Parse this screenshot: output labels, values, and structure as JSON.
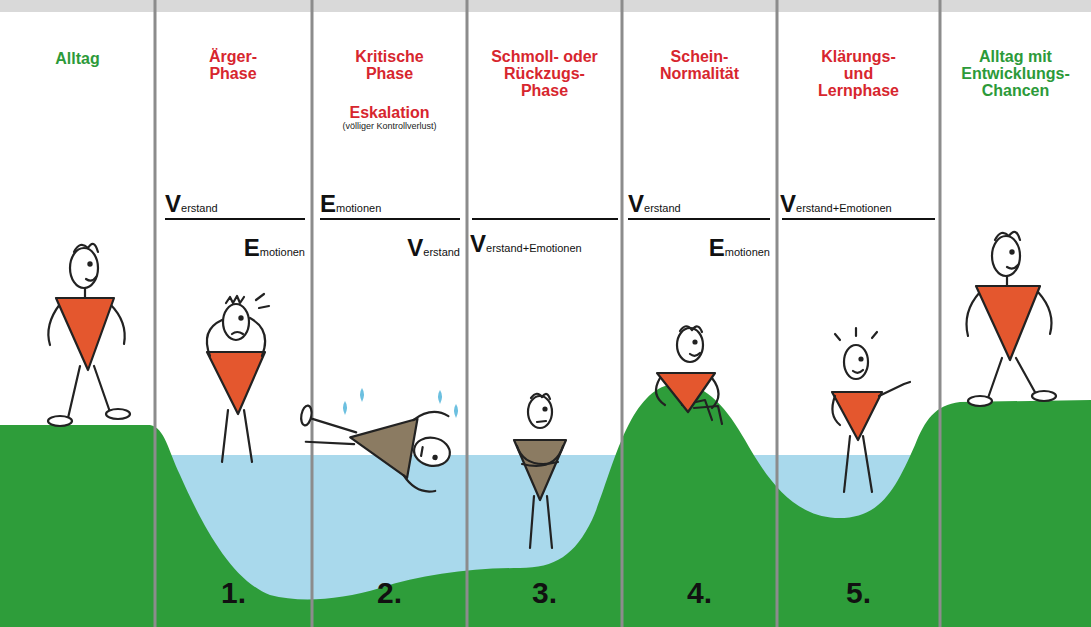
{
  "diagram": {
    "nodes": [
      {
        "text": [
          "Alltag"
        ]
      },
      {
        "text": [
          "Ärger- Phase",
          "Verstand",
          "Emotionen",
          "1."
        ]
      },
      {
        "text": [
          "Kritische Phase",
          "Eskalation",
          "(völliger Kontrollverlust)",
          "Emotionen",
          "Verstand",
          "2."
        ]
      },
      {
        "text": [
          "Schmoll- oder Rückzugs- Phase",
          "Verstand+Emotionen",
          "3."
        ]
      },
      {
        "text": [
          "Schein- Normalität",
          "Verstand",
          "Emotionen",
          "4."
        ]
      },
      {
        "text": [
          "Klärungs- und Lernphase",
          "Verstand+Emotionen",
          "5."
        ]
      },
      {
        "text": [
          "Alltag mit Entwicklungs- Chancen"
        ]
      }
    ]
  }
}
